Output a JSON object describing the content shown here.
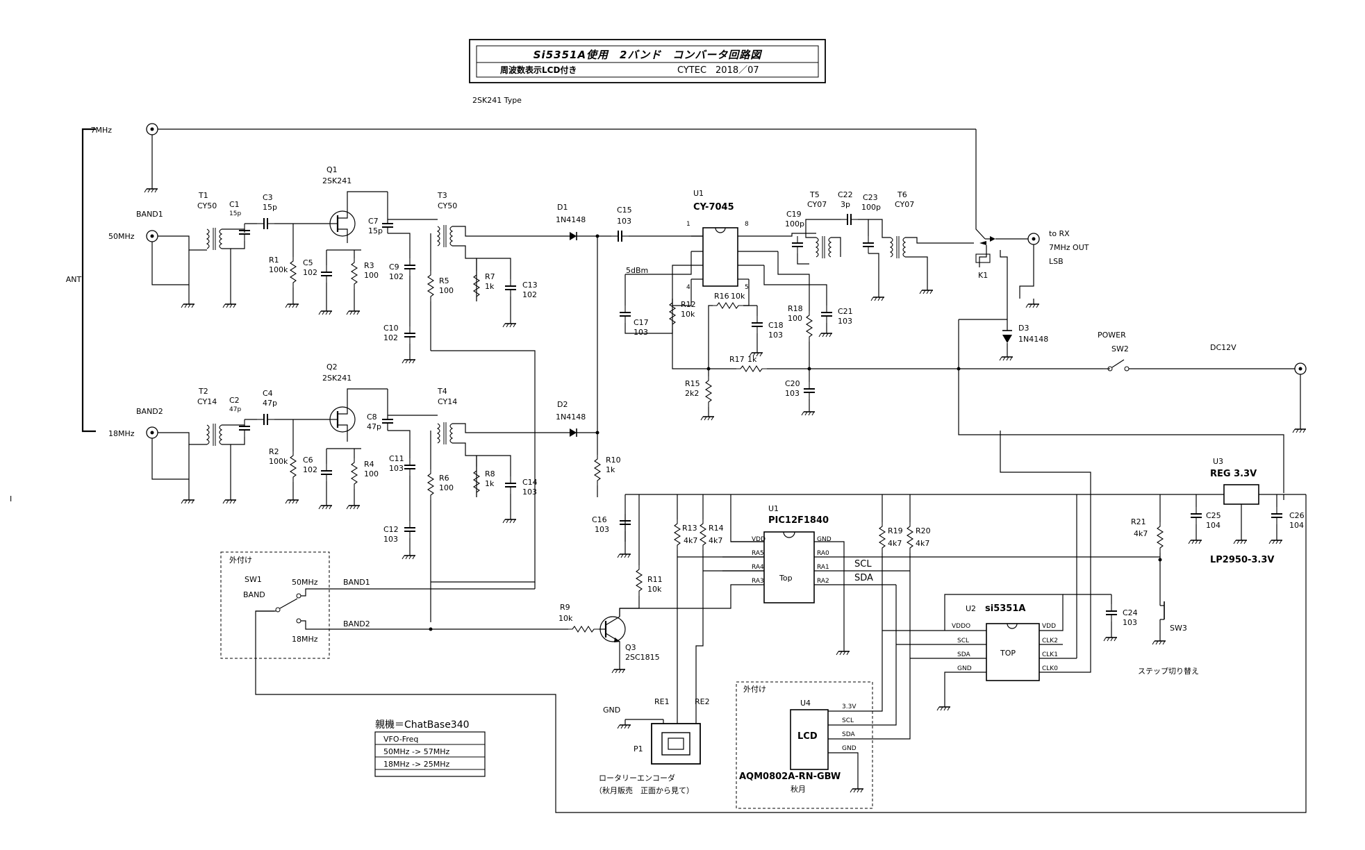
{
  "title": {
    "main": "Si5351A使用　2バンド　コンバータ回路図",
    "sub_left": "周波数表示LCD付き",
    "sub_right": "CYTEC　2018／07"
  },
  "type_note": "2SK241 Type",
  "antenna": {
    "ant": "ANT",
    "ant7": "7MHz",
    "band1": "BAND1",
    "band1_freq": "50MHz",
    "band2": "BAND2",
    "band2_freq": "18MHz"
  },
  "band1_components": {
    "T1": "T1",
    "T1v": "CY50",
    "C1": "C1",
    "C1v": "15p",
    "C3": "C3",
    "C3v": "15p",
    "Q1": "Q1",
    "Q1v": "2SK241",
    "R1": "R1",
    "R1v": "100k",
    "C5": "C5",
    "C5v": "102",
    "R3": "R3",
    "R3v": "100",
    "C7": "C7",
    "C7v": "15p",
    "T3": "T3",
    "T3v": "CY50",
    "C9": "C9",
    "C9v": "102",
    "R5": "R5",
    "R5v": "100",
    "R7": "R7",
    "R7v": "1k",
    "C13": "C13",
    "C13v": "102",
    "C10": "C10",
    "C10v": "102",
    "D1": "D1",
    "D1v": "1N4148"
  },
  "band2_components": {
    "T2": "T2",
    "T2v": "CY14",
    "C2": "C2",
    "C2v": "47p",
    "C4": "C4",
    "C4v": "47p",
    "Q2": "Q2",
    "Q2v": "2SK241",
    "R2": "R2",
    "R2v": "100k",
    "C6": "C6",
    "C6v": "102",
    "R4": "R4",
    "R4v": "100",
    "C8": "C8",
    "C8v": "47p",
    "T4": "T4",
    "T4v": "CY14",
    "C11": "C11",
    "C11v": "103",
    "R6": "R6",
    "R6v": "100",
    "R8": "R8",
    "R8v": "1k",
    "C14": "C14",
    "C14v": "103",
    "C12": "C12",
    "C12v": "103",
    "D2": "D2",
    "D2v": "1N4148",
    "R10": "R10",
    "R10v": "1k"
  },
  "mixer": {
    "U1": "U1",
    "U1v": "CY-7045",
    "pin1": "1",
    "pin8": "8",
    "pin4": "4",
    "pin5": "5",
    "C15": "C15",
    "C15v": "103",
    "dbm": "5dBm",
    "C17": "C17",
    "C17v": "103",
    "R12": "R12",
    "R12v": "10k",
    "R16": "R16",
    "R16v": "10k",
    "C18": "C18",
    "C18v": "103",
    "R18": "R18",
    "R18v": "100",
    "C21": "C21",
    "C21v": "103",
    "R17": "R17",
    "R17v": "1k",
    "R15": "R15",
    "R15v": "2k2",
    "C20": "C20",
    "C20v": "103",
    "T5": "T5",
    "T5v": "CY07",
    "C19": "C19",
    "C19v": "100p",
    "C22": "C22",
    "C22v": "3p",
    "C23": "C23",
    "C23v": "100p",
    "T6": "T6",
    "T6v": "CY07"
  },
  "output": {
    "K1": "K1",
    "to_rx": "to RX",
    "out7": "7MHz OUT",
    "lsb": "LSB",
    "D3": "D3",
    "D3v": "1N4148",
    "power": "POWER",
    "SW2": "SW2",
    "dc12": "DC12V"
  },
  "controller": {
    "U1": "U1",
    "U1v": "PIC12F1840",
    "top": "Top",
    "pins_left": [
      "VDD",
      "RA5",
      "RA4",
      "RA3"
    ],
    "pins_right": [
      "GND",
      "RA0",
      "RA1",
      "RA2"
    ],
    "scl": "SCL",
    "sda": "SDA",
    "R13": "R13",
    "R13v": "4k7",
    "R14": "R14",
    "R14v": "4k7",
    "R19": "R19",
    "R19v": "4k7",
    "R20": "R20",
    "R20v": "4k7",
    "C16": "C16",
    "C16v": "103",
    "R11": "R11",
    "R11v": "10k",
    "R9": "R9",
    "R9v": "10k",
    "Q3": "Q3",
    "Q3v": "2SC1815"
  },
  "synth": {
    "U2": "U2",
    "U2v": "si5351A",
    "top": "TOP",
    "pins_left": [
      "VDDO",
      "SCL",
      "SDA",
      "GND"
    ],
    "pins_right": [
      "VDD",
      "CLK2",
      "CLK1",
      "CLK0"
    ],
    "C24": "C24",
    "C24v": "103"
  },
  "regulator": {
    "U3": "U3",
    "U3v": "REG 3.3V",
    "part": "LP2950-3.3V",
    "C25": "C25",
    "C25v": "104",
    "C26": "C26",
    "C26v": "104",
    "R21": "R21",
    "R21v": "4k7",
    "SW3": "SW3",
    "step": "ステップ切り替え"
  },
  "band_switch": {
    "ext": "外付け",
    "SW1": "SW1",
    "band": "BAND",
    "pos1": "50MHz",
    "pos2": "18MHz",
    "line1": "BAND1",
    "line2": "BAND2"
  },
  "encoder": {
    "gnd": "GND",
    "re1": "RE1",
    "re2": "RE2",
    "P1": "P1",
    "name": "ロータリーエンコーダ",
    "note": "（秋月販売　正面から見て）"
  },
  "lcd": {
    "ext": "外付け",
    "U4": "U4",
    "label": "LCD",
    "pins": [
      "3.3V",
      "SCL",
      "SDA",
      "GND"
    ],
    "part": "AQM0802A-RN-GBW",
    "maker": "秋月"
  },
  "table": {
    "header": "親機＝ChatBase340",
    "rows": [
      "VFO-Freq",
      "50MHz -> 57MHz",
      "18MHz -> 25MHz"
    ]
  },
  "margin_mark": "I"
}
